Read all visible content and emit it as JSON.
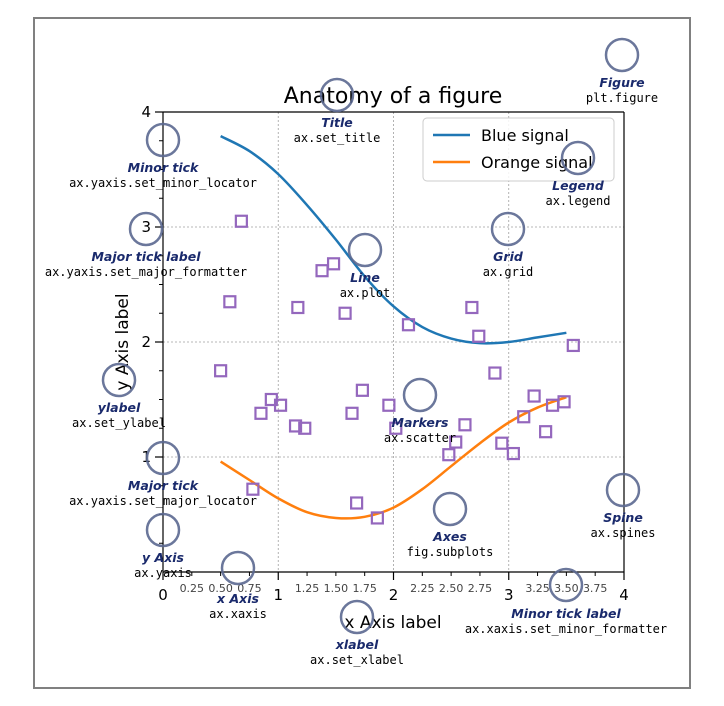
{
  "chart_data": {
    "type": "line",
    "title": "Anatomy of a figure",
    "xlabel": "x Axis label",
    "ylabel": "y Axis label",
    "xlim": [
      0,
      4
    ],
    "ylim": [
      0,
      4
    ],
    "grid": true,
    "legend_position": "top-right",
    "x_major_ticks": [
      "0",
      "1",
      "2",
      "3",
      "4"
    ],
    "y_major_ticks": [
      "1",
      "2",
      "3",
      "4"
    ],
    "x_minor_ticks": [
      "0.25",
      "0.50",
      "0.75",
      "1.25",
      "1.50",
      "1.75",
      "2.25",
      "2.50",
      "2.75",
      "3.25",
      "3.50",
      "3.75"
    ],
    "series": [
      {
        "name": "Blue signal",
        "color": "#1f77b4",
        "x": [
          0.5,
          0.75,
          1.0,
          1.25,
          1.5,
          1.75,
          2.0,
          2.25,
          2.5,
          2.75,
          3.0,
          3.25,
          3.5
        ],
        "y": [
          3.79,
          3.66,
          3.46,
          3.19,
          2.89,
          2.57,
          2.31,
          2.13,
          2.03,
          1.99,
          2.0,
          2.04,
          2.08
        ]
      },
      {
        "name": "Orange signal",
        "color": "#ff7f0e",
        "x": [
          0.5,
          0.75,
          1.0,
          1.25,
          1.5,
          1.75,
          2.0,
          2.25,
          2.5,
          2.75,
          3.0,
          3.25,
          3.5
        ],
        "y": [
          0.96,
          0.8,
          0.64,
          0.52,
          0.47,
          0.48,
          0.56,
          0.72,
          0.92,
          1.12,
          1.3,
          1.43,
          1.52
        ]
      },
      {
        "name": "Markers",
        "type": "scatter",
        "color": "#9467bd",
        "x": [
          0.68,
          0.58,
          0.5,
          0.78,
          0.94,
          0.85,
          1.02,
          1.15,
          1.17,
          1.23,
          1.48,
          1.38,
          1.58,
          1.68,
          1.86,
          1.96,
          2.02,
          2.13,
          2.48,
          2.54,
          2.62,
          2.68,
          2.74,
          2.88,
          2.94,
          3.04,
          3.13,
          3.22,
          3.32,
          3.38,
          3.48,
          3.56,
          1.73,
          1.64
        ],
        "y": [
          3.05,
          2.35,
          1.75,
          0.72,
          1.5,
          1.38,
          1.45,
          1.27,
          2.3,
          1.25,
          2.68,
          2.62,
          2.25,
          0.6,
          0.47,
          1.45,
          1.25,
          2.15,
          1.02,
          1.13,
          1.28,
          2.3,
          2.05,
          1.73,
          1.12,
          1.03,
          1.35,
          1.53,
          1.22,
          1.45,
          1.48,
          1.97,
          1.58,
          1.38
        ]
      }
    ]
  },
  "annotations": [
    {
      "title": "Figure",
      "code": "plt.figure"
    },
    {
      "title": "Title",
      "code": "ax.set_title"
    },
    {
      "title": "Minor tick",
      "code": "ax.yaxis.set_minor_locator"
    },
    {
      "title": "Legend",
      "code": "ax.legend"
    },
    {
      "title": "Major tick label",
      "code": "ax.yaxis.set_major_formatter"
    },
    {
      "title": "Grid",
      "code": "ax.grid"
    },
    {
      "title": "Line",
      "code": "ax.plot"
    },
    {
      "title": "ylabel",
      "code": "ax.set_ylabel"
    },
    {
      "title": "Markers",
      "code": "ax.scatter"
    },
    {
      "title": "Major tick",
      "code": "ax.yaxis.set_major_locator"
    },
    {
      "title": "Axes",
      "code": "fig.subplots"
    },
    {
      "title": "Spine",
      "code": "ax.spines"
    },
    {
      "title": "y Axis",
      "code": "ax.yaxis"
    },
    {
      "title": "x Axis",
      "code": "ax.xaxis"
    },
    {
      "title": "Minor tick label",
      "code": "ax.xaxis.set_minor_formatter"
    },
    {
      "title": "xlabel",
      "code": "ax.set_xlabel"
    }
  ],
  "colors": {
    "annotation_title": "#1a2a6c",
    "annotation_circle": "#5b6890",
    "frame": "#808080",
    "grid": "#a0a0a0"
  }
}
